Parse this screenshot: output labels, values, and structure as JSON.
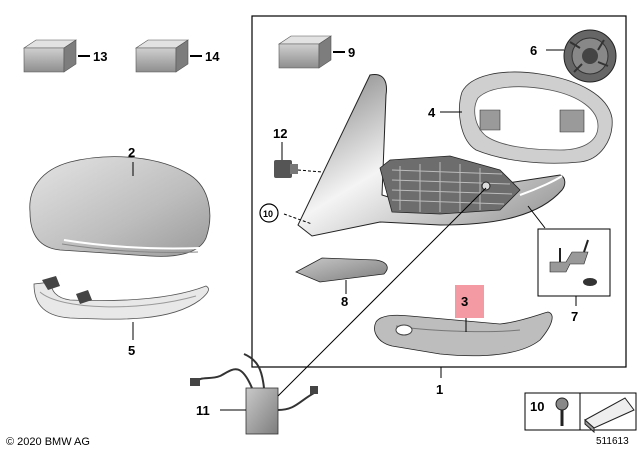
{
  "diagram": {
    "parts": {
      "p1": "1",
      "p2": "2",
      "p3": "3",
      "p4": "4",
      "p5": "5",
      "p6": "6",
      "p7": "7",
      "p8": "8",
      "p9": "9",
      "p10": "10",
      "p11": "11",
      "p12": "12",
      "p13": "13",
      "p14": "14",
      "p10_circled": "10"
    },
    "highlighted_part": "3",
    "highlight_color": "#f49aa2",
    "copyright": "© 2020 BMW AG",
    "diagram_number": "511613"
  }
}
